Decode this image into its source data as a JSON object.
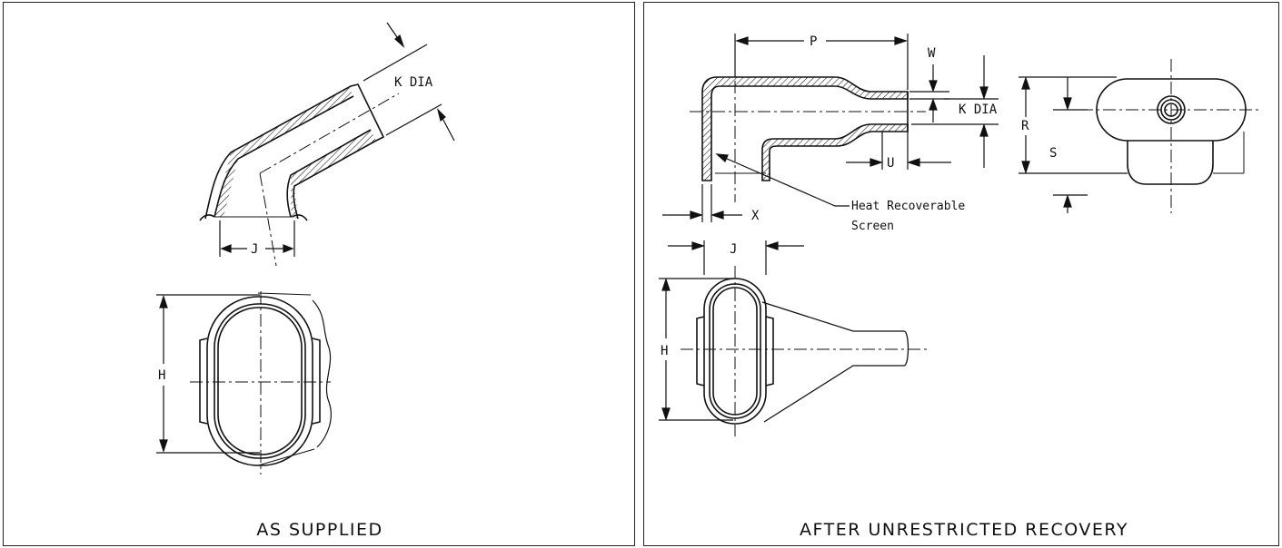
{
  "left_panel": {
    "caption": "AS SUPPLIED",
    "dimensions": {
      "k": "K DIA",
      "j": "J",
      "h": "H"
    }
  },
  "right_panel": {
    "caption": "AFTER UNRESTRICTED RECOVERY",
    "dimensions": {
      "p": "P",
      "w": "W",
      "k": "K DIA",
      "u": "U",
      "r": "R",
      "s": "S",
      "x": "X",
      "j": "J",
      "h": "H"
    },
    "callout_line1": "Heat Recoverable",
    "callout_line2": "Screen"
  }
}
